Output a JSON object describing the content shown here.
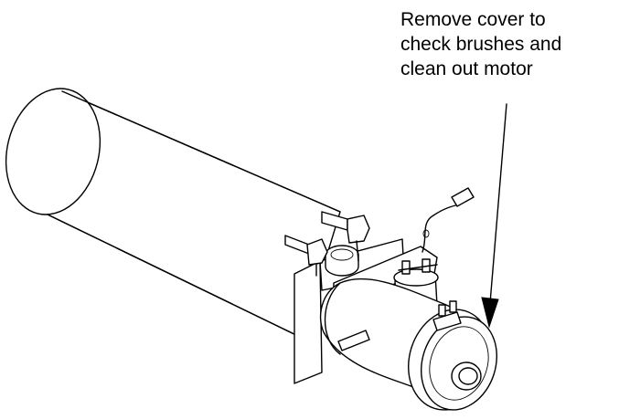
{
  "annotation": {
    "lines": [
      "Remove cover to",
      "check brushes and",
      "clean out motor"
    ]
  },
  "colors": {
    "ink": "#000000",
    "paper": "#ffffff"
  }
}
